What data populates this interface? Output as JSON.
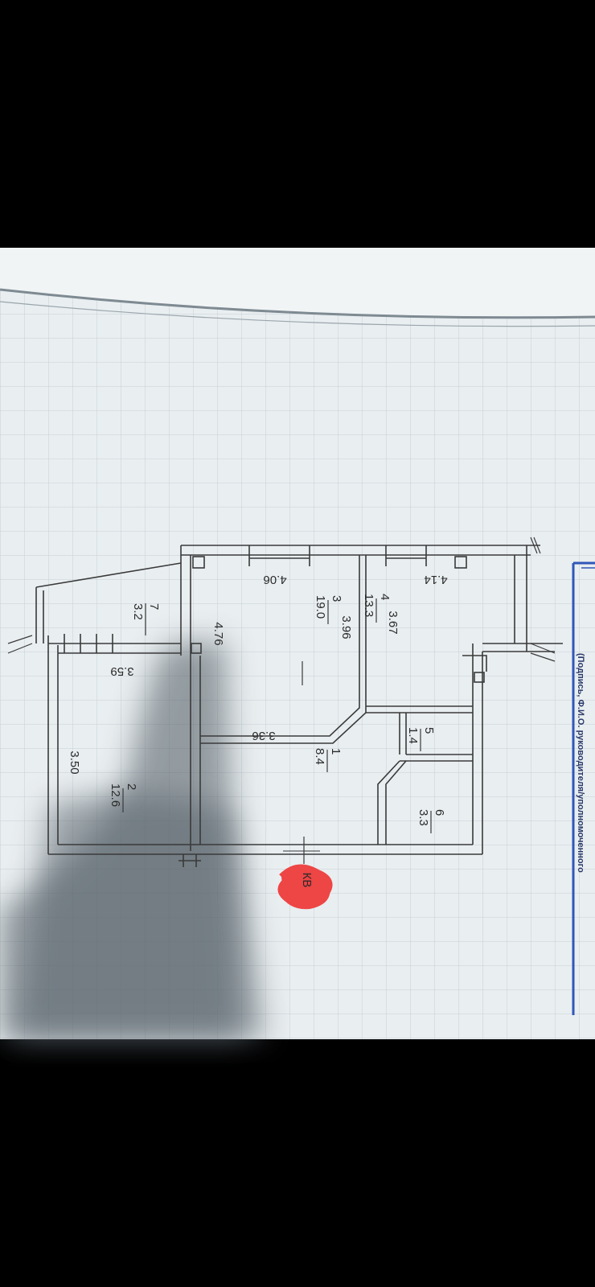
{
  "plan": {
    "rooms": [
      {
        "id": "1",
        "area": "8.4"
      },
      {
        "id": "2",
        "area": "12.6"
      },
      {
        "id": "3",
        "area": "19.0"
      },
      {
        "id": "4",
        "area": "13.3"
      },
      {
        "id": "5",
        "area": "1.4"
      },
      {
        "id": "6",
        "area": "3.3"
      },
      {
        "id": "7",
        "area": "3.2"
      }
    ],
    "dimensions": [
      "4.06",
      "4.14",
      "3.96",
      "3.67",
      "4.76",
      "3.36",
      "3.59",
      "3.50"
    ],
    "apartment_mark": "КВ",
    "stamp_text": "(Подпись, Ф.И.О. руководителя/уполномоченного"
  },
  "colors": {
    "paper": "#e9eef0",
    "grid": "#c6cfd5",
    "line": "#3a3a3a",
    "shadow": "#5f6b74",
    "stamp": "#3157b8",
    "scribble": "#ef4a4a"
  }
}
